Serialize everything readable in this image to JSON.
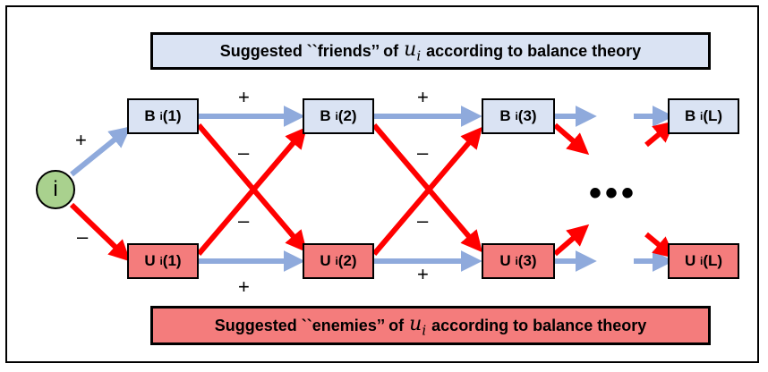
{
  "banners": {
    "top": {
      "prefix": "Suggested ``friends’’ of",
      "math": "u",
      "math_sub": "i",
      "suffix": "according to balance theory"
    },
    "bottom": {
      "prefix": "Suggested ``enemies’’ of",
      "math": "u",
      "math_sub": "i",
      "suffix": "according to balance theory"
    }
  },
  "source_node": {
    "label": "i"
  },
  "b_nodes": [
    {
      "main": "B",
      "sub": "i",
      "arg": "(1)"
    },
    {
      "main": "B",
      "sub": "i",
      "arg": "(2)"
    },
    {
      "main": "B",
      "sub": "i",
      "arg": "(3)"
    },
    {
      "main": "B",
      "sub": "i",
      "arg": "(L)"
    }
  ],
  "u_nodes": [
    {
      "main": "U",
      "sub": "i",
      "arg": "(1)"
    },
    {
      "main": "U",
      "sub": "i",
      "arg": "(2)"
    },
    {
      "main": "U",
      "sub": "i",
      "arg": "(3)"
    },
    {
      "main": "U",
      "sub": "i",
      "arg": "(L)"
    }
  ],
  "signs": {
    "plus": "+",
    "minus": "–"
  },
  "ellipsis": "•••",
  "colors": {
    "positive_edge": "#8faadc",
    "negative_edge": "#ff0000",
    "friend_fill": "#dae3f3",
    "enemy_fill": "#f47c7c",
    "source_fill": "#a9d18e"
  }
}
